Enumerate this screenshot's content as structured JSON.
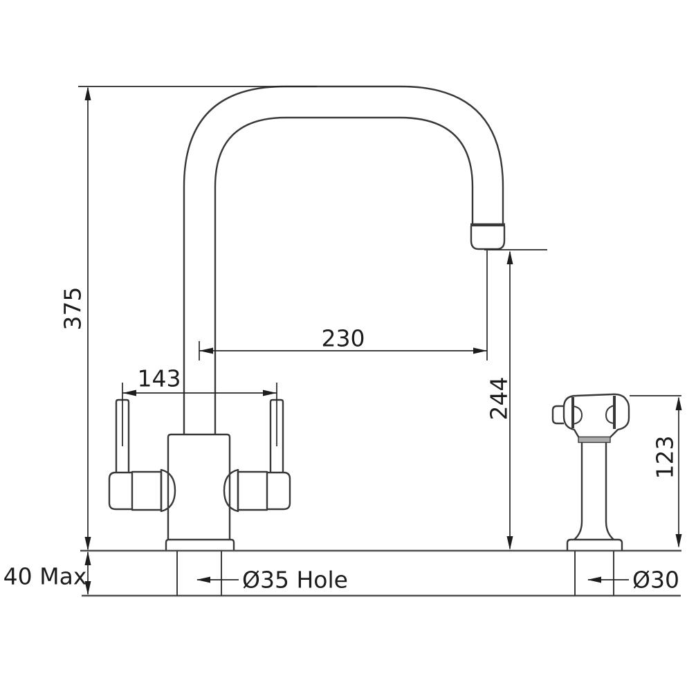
{
  "page": {
    "background": "#ffffff"
  },
  "drawing": {
    "subject": "Dimensioned technical line drawing of a two-handle kitchen mixer tap with U-shaped spout and separate side-spray handset",
    "colors": {
      "outline": "#383838",
      "counter": "#4e4e4e",
      "dimension": "#262626",
      "label_text": "#1c1c1c",
      "collar_fill": "#ababab",
      "arrow_fill": "#1d1d1d",
      "background": "#ffffff"
    },
    "labels": {
      "overall_height": "375",
      "spout_reach": "230",
      "handle_span": "143",
      "spout_clearance": "244",
      "spray_height": "123",
      "worktop_thickness": "40 Max",
      "tap_hole": "Ø35 Hole",
      "spray_hole": "Ø30"
    }
  }
}
